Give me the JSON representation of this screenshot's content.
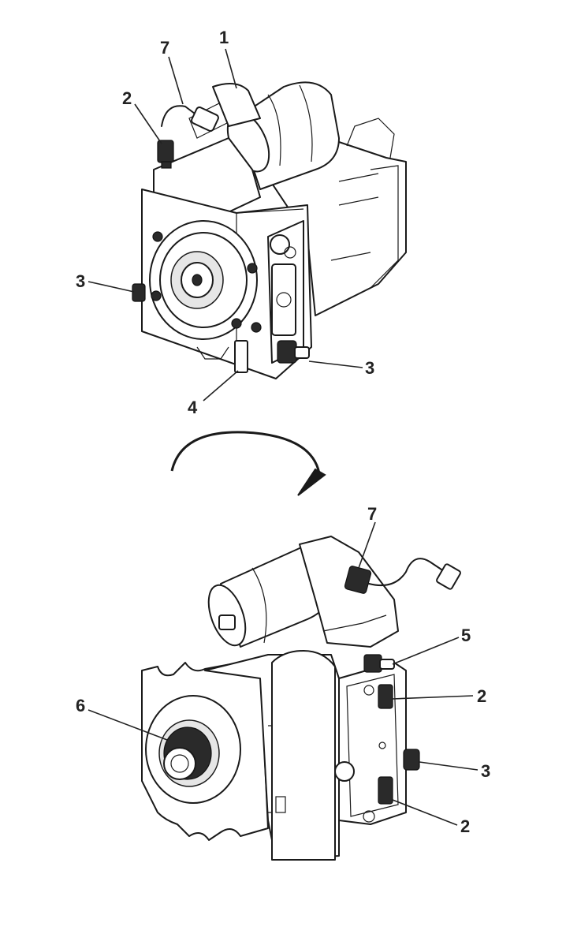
{
  "figure": {
    "top_view": {
      "callouts": [
        {
          "id": "t1",
          "text": "1"
        },
        {
          "id": "t7",
          "text": "7"
        },
        {
          "id": "t2",
          "text": "2"
        },
        {
          "id": "t3a",
          "text": "3"
        },
        {
          "id": "t3b",
          "text": "3"
        },
        {
          "id": "t4",
          "text": "4"
        }
      ]
    },
    "rotation_arrow": {
      "icon": "rotate-arrow-icon"
    },
    "bottom_view": {
      "callouts": [
        {
          "id": "b7",
          "text": "7"
        },
        {
          "id": "b5",
          "text": "5"
        },
        {
          "id": "b2a",
          "text": "2"
        },
        {
          "id": "b6",
          "text": "6"
        },
        {
          "id": "b3",
          "text": "3"
        },
        {
          "id": "b2b",
          "text": "2"
        }
      ]
    }
  }
}
